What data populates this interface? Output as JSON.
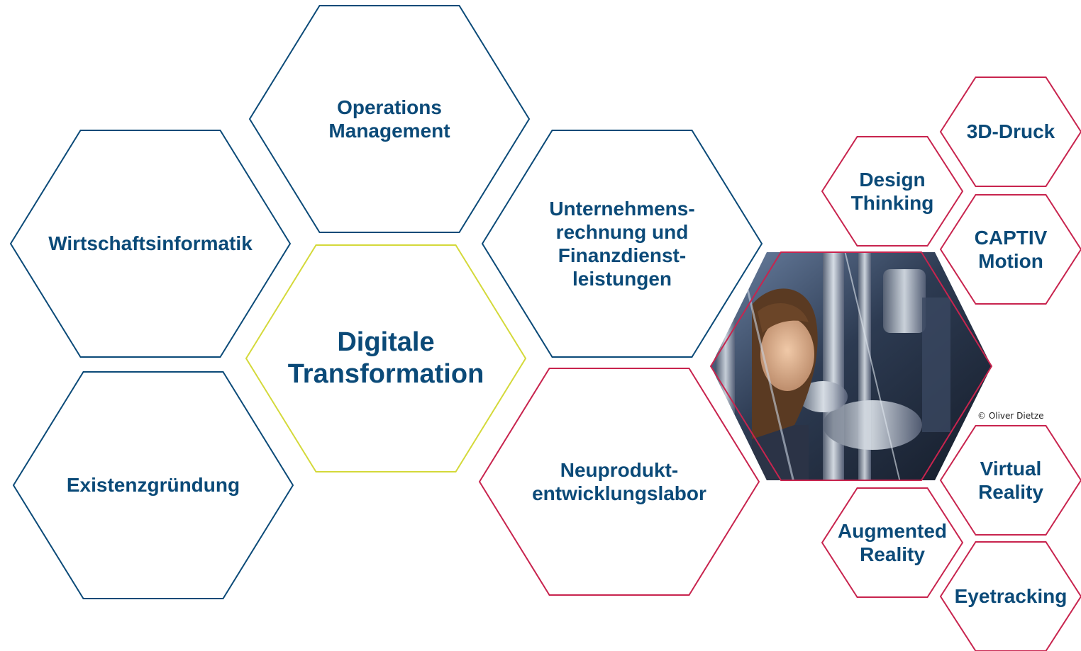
{
  "colors": {
    "blue_outline": "#0b4a78",
    "red_outline": "#c8244e",
    "yellow_outline": "#d4d93a",
    "text": "#0b4a78"
  },
  "hexagons": [
    {
      "id": "wirtschaftsinformatik",
      "label": "Wirtschaftsinformatik",
      "outline": "blue"
    },
    {
      "id": "operations-management",
      "label": "Operations\nManagement",
      "outline": "blue"
    },
    {
      "id": "digitale-transformation",
      "label": "Digitale\nTransformation",
      "outline": "yellow"
    },
    {
      "id": "existenzgruendung",
      "label": "Existenzgründung",
      "outline": "blue"
    },
    {
      "id": "unternehmensrechnung",
      "label": "Unternehmens-\nrechnung und\nFinanzdienst-\nleistungen",
      "outline": "blue"
    },
    {
      "id": "neuproduktentwicklung",
      "label": "Neuprodukt-\nentwicklungslabor",
      "outline": "red"
    },
    {
      "id": "design-thinking",
      "label": "Design\nThinking",
      "outline": "red"
    },
    {
      "id": "3d-druck",
      "label": "3D-Druck",
      "outline": "red"
    },
    {
      "id": "captiv-motion",
      "label": "CAPTIV\nMotion",
      "outline": "red"
    },
    {
      "id": "virtual-reality",
      "label": "Virtual\nReality",
      "outline": "red"
    },
    {
      "id": "augmented-reality",
      "label": "Augmented\nReality",
      "outline": "red"
    },
    {
      "id": "eyetracking",
      "label": "Eyetracking",
      "outline": "red"
    }
  ],
  "photo": {
    "outline": "red",
    "credit": "© Oliver Dietze"
  }
}
